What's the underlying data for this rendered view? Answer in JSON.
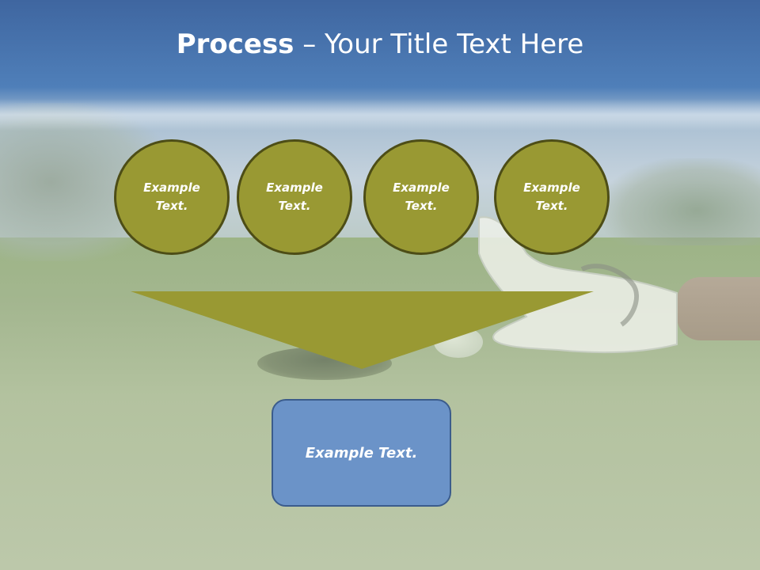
{
  "title": {
    "bold": "Process",
    "rest": " – Your Title Text Here"
  },
  "steps": [
    {
      "text": "Example Text."
    },
    {
      "text": "Example Text."
    },
    {
      "text": "Example Text."
    },
    {
      "text": "Example Text."
    }
  ],
  "result": {
    "text": "Example Text."
  },
  "colors": {
    "circle_fill": "#999933",
    "circle_border": "#4d4d16",
    "funnel_fill": "#999933",
    "result_fill": "#6b93c8",
    "result_border": "#3b5c8c",
    "title_text": "#ffffff"
  }
}
